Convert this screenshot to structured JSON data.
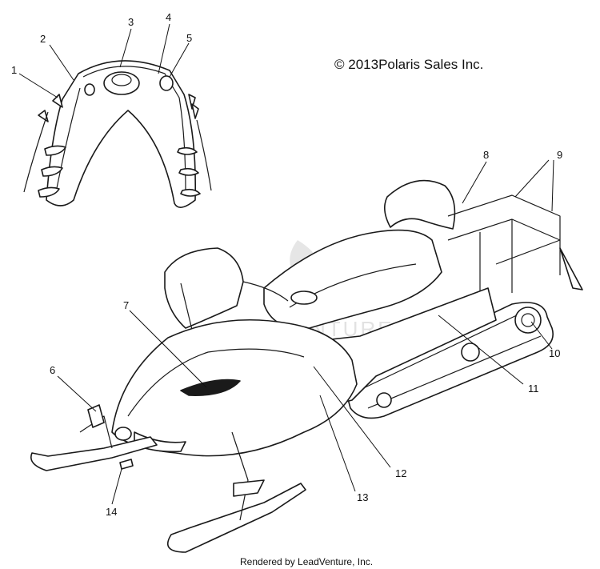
{
  "copyright": "© 2013Polaris Sales Inc.",
  "footer": "Rendered by LeadVenture, Inc.",
  "watermark": "LEADVENTURE",
  "callouts": [
    {
      "id": "c1",
      "label": "1"
    },
    {
      "id": "c2",
      "label": "2"
    },
    {
      "id": "c3",
      "label": "3"
    },
    {
      "id": "c4",
      "label": "4"
    },
    {
      "id": "c5",
      "label": "5"
    },
    {
      "id": "c6",
      "label": "6"
    },
    {
      "id": "c7",
      "label": "7"
    },
    {
      "id": "c8",
      "label": "8"
    },
    {
      "id": "c9",
      "label": "9"
    },
    {
      "id": "c10",
      "label": "10"
    },
    {
      "id": "c11",
      "label": "11"
    },
    {
      "id": "c12",
      "label": "12"
    },
    {
      "id": "c13",
      "label": "13"
    },
    {
      "id": "c14",
      "label": "14"
    }
  ]
}
